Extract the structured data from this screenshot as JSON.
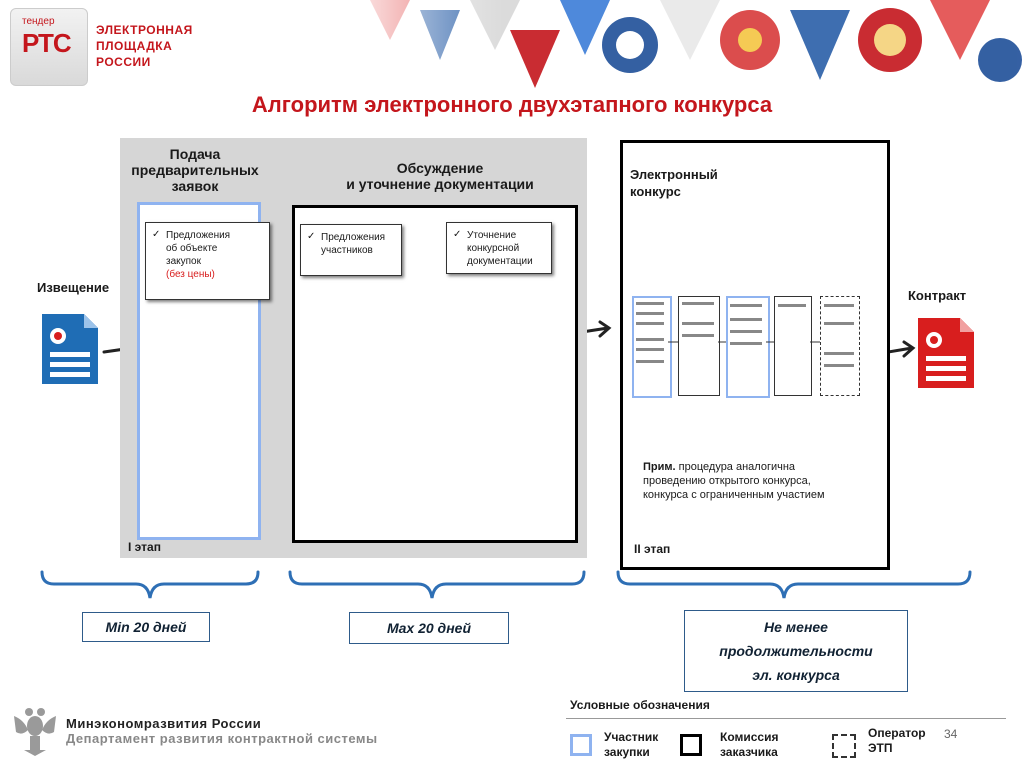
{
  "logo": {
    "small": "тендер",
    "big": "РТС"
  },
  "brand": {
    "line1": "ЭЛЕКТРОННАЯ",
    "line2": "ПЛОЩАДКА",
    "line3": "РОССИИ"
  },
  "title": "Алгоритм электронного двухэтапного конкурса",
  "left": {
    "label": "Извещение"
  },
  "right": {
    "label": "Контракт"
  },
  "stage1": {
    "heading_line1": "Подача",
    "heading_line2": "предварительных",
    "heading_line3": "заявок",
    "card_line1": "Предложения",
    "card_line2": "об объекте",
    "card_line3": "закупок",
    "card_red": "(без цены)",
    "footer": "I этап"
  },
  "discussion": {
    "heading_line1": "Обсуждение",
    "heading_line2": "и уточнение документации",
    "card1_line1": "Предложения",
    "card1_line2": "участников",
    "card2_line1": "Уточнение",
    "card2_line2": "конкурсной",
    "card2_line3": "документации"
  },
  "stage2": {
    "heading_line1": "Электронный",
    "heading_line2": "конкурс",
    "note_bold": "Прим.",
    "note_line1": " процедура аналогична",
    "note_line2": "проведению открытого конкурса,",
    "note_line3": "конкурса с ограниченным участием",
    "footer": "II этап"
  },
  "durations": {
    "min": "Min 20 дней",
    "max": "Max 20 дней",
    "line1": "Не менее",
    "line2": "продолжительности",
    "line3": "эл. конкурса"
  },
  "legend": {
    "title": "Условные обозначения",
    "participant_line1": "Участник",
    "participant_line2": "закупки",
    "commission_line1": "Комиссия",
    "commission_line2": "заказчика",
    "operator_line1": "Оператор",
    "operator_line2": "ЭТП"
  },
  "ministry": {
    "line1": "Минэкономразвития России",
    "line2": "Департамент развития контрактной системы"
  },
  "page_number": "34",
  "colors": {
    "brand_red": "#c4161c",
    "doc_blue": "#1f6db5",
    "doc_red": "#d81e1e",
    "participant_blue": "#8fb3f0"
  }
}
